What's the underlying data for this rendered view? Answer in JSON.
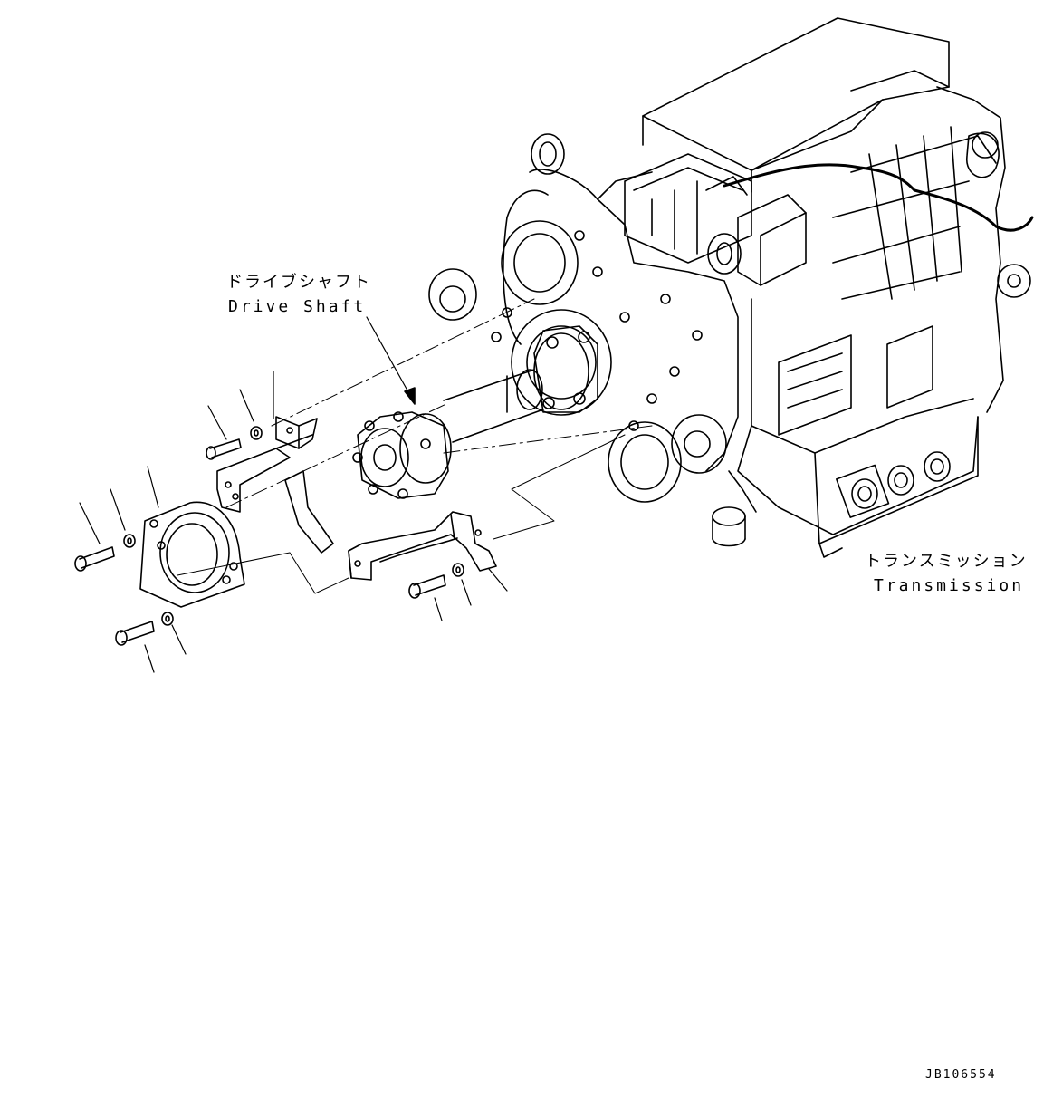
{
  "labels": {
    "drive_shaft_jp": "ドライブシャフト",
    "drive_shaft_en": "Drive Shaft",
    "transmission_jp": "トランスミッション",
    "transmission_en": "Transmission"
  },
  "drawing_code": "JB106554",
  "colors": {
    "line": "#000000",
    "background": "#ffffff"
  }
}
